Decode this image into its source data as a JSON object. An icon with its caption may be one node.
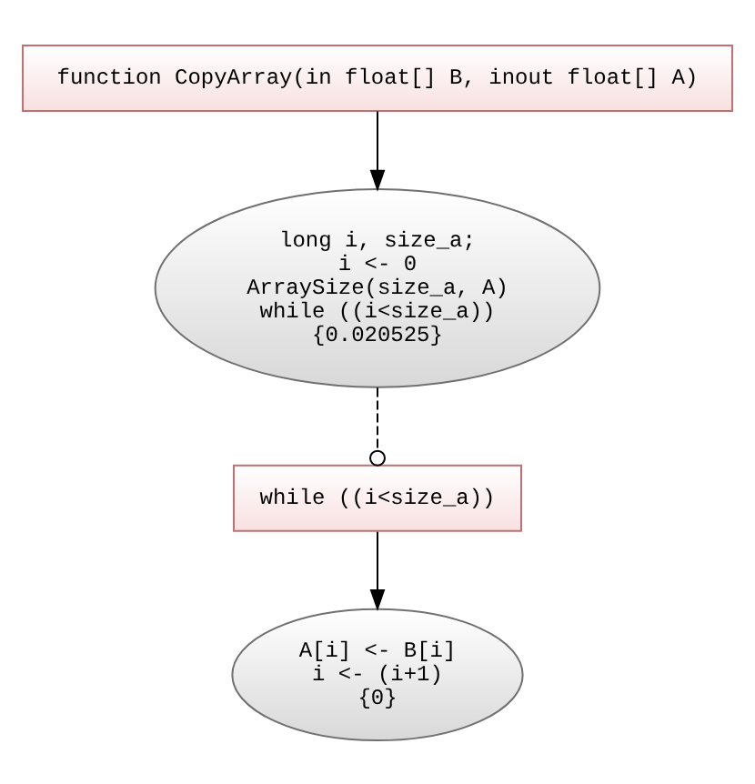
{
  "diagram": {
    "nodes": [
      {
        "text": [
          "function CopyArray(in float[] B, inout float[] A)"
        ]
      },
      {
        "text": [
          "long i, size_a;",
          "i <- 0",
          "ArraySize(size_a, A)",
          "while ((i<size_a))",
          "{0.020525}"
        ]
      },
      {
        "text": [
          "while ((i<size_a))"
        ]
      },
      {
        "text": [
          "A[i] <- B[i]",
          "i <- (i+1)",
          "{0}"
        ]
      }
    ],
    "edges": [
      {
        "from": 0,
        "to": 1,
        "arrow": "to"
      },
      {
        "from": 1,
        "to": 2,
        "arrow": "other",
        "style": "dashed"
      },
      {
        "from": 2,
        "to": 3,
        "arrow": "to"
      }
    ]
  }
}
